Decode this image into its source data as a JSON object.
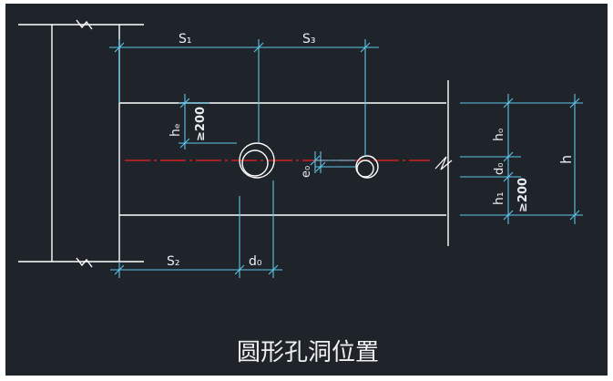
{
  "caption": "圆形孔洞位置",
  "labels": {
    "s1": "S₁",
    "s3": "S₃",
    "s2": "S₂",
    "hc": "hₑ",
    "ge200_left": "≥200",
    "e0": "e₀",
    "ho": "hₒ",
    "d0_right": "d₀",
    "h": "h",
    "h1": "h₁",
    "ge200_right": "≥200",
    "d0_bottom": "d₀"
  },
  "colors": {
    "background": "#1f232a",
    "outline": "#ffffff",
    "dimension": "#5cc7ea",
    "centerline": "#d21f1f",
    "text": "#e9eef2"
  }
}
